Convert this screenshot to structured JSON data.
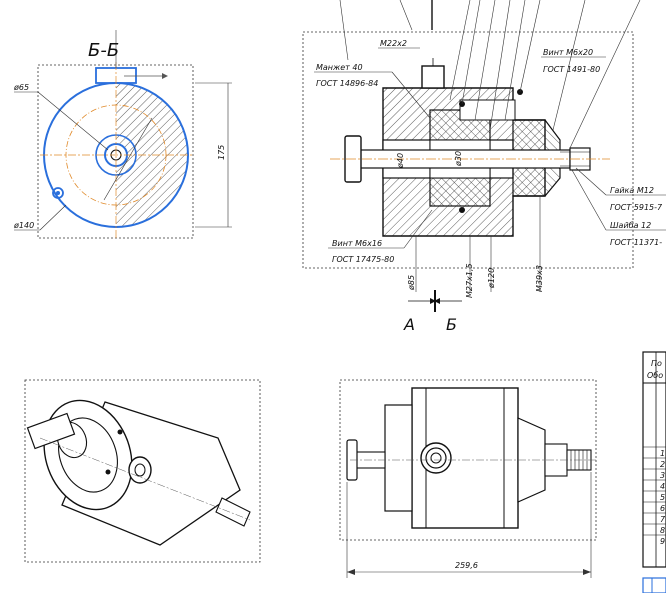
{
  "section_label": "Б-Б",
  "section_letter_a": "А",
  "section_letter_b": "Б",
  "front_view": {
    "dim_d65": "ø65",
    "dim_d140": "ø140",
    "dim_175": "175"
  },
  "section_view": {
    "thread_m22": "M22x2",
    "cuff_label": "Манжет 40",
    "cuff_std": "ГОСТ 14896-84",
    "screw_top_label": "Винт М6х20",
    "screw_top_std": "ГОСТ 1491-80",
    "screw_bottom_label": "Винт М6х16",
    "screw_bottom_std": "ГОСТ 17475-80",
    "nut_label": "Гайка М12",
    "nut_std": "ГОСТ 5915-7",
    "washer_label": "Шайба 12",
    "washer_std": "ГОСТ 11371-",
    "dim_d40": "ø40",
    "dim_d30": "ø30",
    "dim_d85": "ø85",
    "dim_m27": "M27x1,5",
    "dim_d120": "ø120",
    "dim_m39": "M39x3"
  },
  "side_view": {
    "dim_259": "259,6"
  },
  "table": {
    "header_line1": "По",
    "header_line2": "Обо",
    "rows": [
      "1",
      "2",
      "3",
      "4",
      "5",
      "6",
      "7",
      "8",
      "9"
    ]
  },
  "colors": {
    "line": "#111111",
    "blue_outline": "#2a6fdc",
    "orange_center": "#e08a2a",
    "hatch": "#333333"
  }
}
